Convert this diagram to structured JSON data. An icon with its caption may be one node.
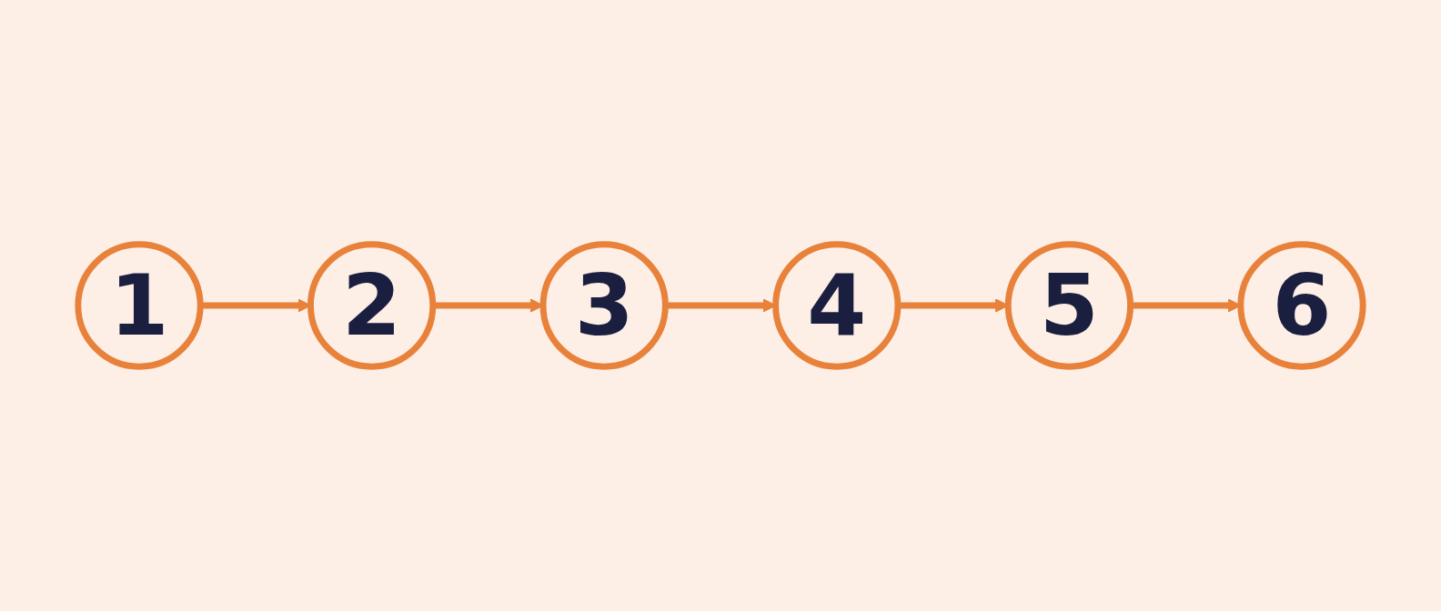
{
  "diagram": {
    "nodes": [
      {
        "text": [
          "1"
        ]
      },
      {
        "text": [
          "2"
        ]
      },
      {
        "text": [
          "3"
        ]
      },
      {
        "text": [
          "4"
        ]
      },
      {
        "text": [
          "5"
        ]
      },
      {
        "text": [
          "6"
        ]
      }
    ],
    "edges": [
      {
        "from": 0,
        "to": 1,
        "arrow": "to"
      },
      {
        "from": 1,
        "to": 2,
        "arrow": "to"
      },
      {
        "from": 2,
        "to": 3,
        "arrow": "to"
      },
      {
        "from": 3,
        "to": 4,
        "arrow": "to"
      },
      {
        "from": 4,
        "to": 5,
        "arrow": "to"
      }
    ]
  }
}
